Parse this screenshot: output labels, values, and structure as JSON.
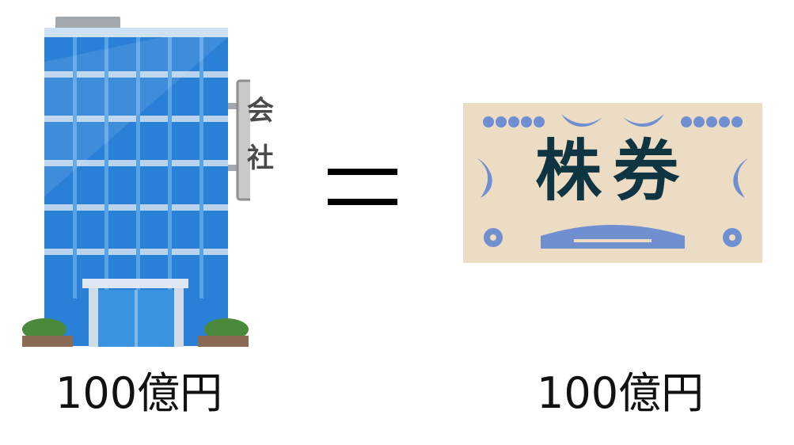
{
  "building": {
    "sign_char_1": "会",
    "sign_char_2": "社",
    "value_label": "100億円"
  },
  "certificate": {
    "title": "株券",
    "value_label": "100億円"
  },
  "colors": {
    "building_blue": "#2a7fd6",
    "building_frame": "#b8d4ee",
    "cert_background": "#ecdcc4",
    "cert_ornament": "#6f8fd0",
    "cert_text": "#0f3442"
  }
}
